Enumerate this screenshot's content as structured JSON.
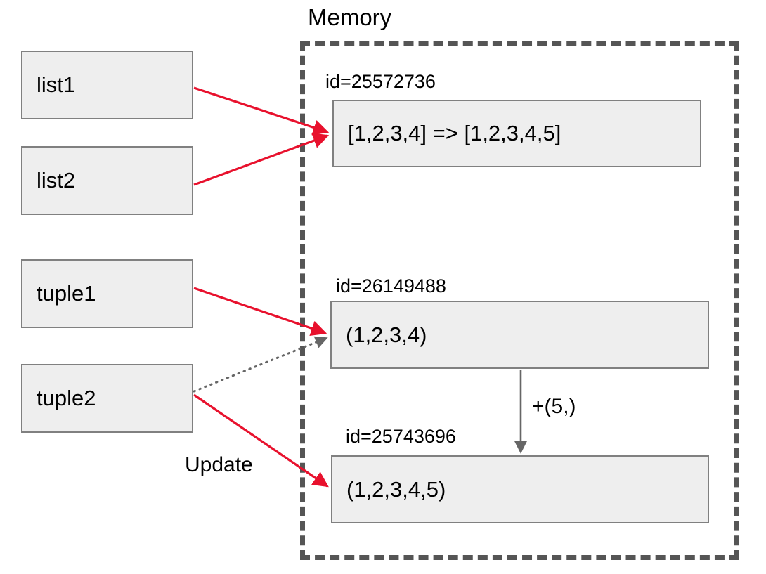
{
  "diagram": {
    "title": "Memory",
    "region_label": "Memory",
    "variables": [
      {
        "id": "list1",
        "label": "list1"
      },
      {
        "id": "list2",
        "label": "list2"
      },
      {
        "id": "tuple1",
        "label": "tuple1"
      },
      {
        "id": "tuple2",
        "label": "tuple2"
      }
    ],
    "memory_objects": [
      {
        "id_caption": "id=25572736",
        "value": "[1,2,3,4] => [1,2,3,4,5]"
      },
      {
        "id_caption": "id=26149488",
        "value": "(1,2,3,4)"
      },
      {
        "id_caption": "id=25743696",
        "value": "(1,2,3,4,5)"
      }
    ],
    "annotations": {
      "update": "Update",
      "plus_five": "+(5,)"
    },
    "colors": {
      "arrow_red": "#e8112d",
      "arrow_gray": "#666666",
      "box_fill": "#eeeeee",
      "box_border": "#808080",
      "region_border": "#555555",
      "text": "#000000"
    },
    "edges": [
      {
        "from": "list1",
        "to": "mem-0",
        "style": "solid",
        "color": "#e8112d"
      },
      {
        "from": "list2",
        "to": "mem-0",
        "style": "solid",
        "color": "#e8112d"
      },
      {
        "from": "tuple1",
        "to": "mem-1",
        "style": "solid",
        "color": "#e8112d"
      },
      {
        "from": "tuple2",
        "to": "mem-1",
        "style": "dotted",
        "color": "#666666"
      },
      {
        "from": "tuple2",
        "to": "mem-2",
        "style": "solid",
        "color": "#e8112d"
      },
      {
        "from": "mem-1",
        "to": "mem-2",
        "style": "solid",
        "color": "#666666",
        "label": "+(5,)"
      }
    ]
  }
}
